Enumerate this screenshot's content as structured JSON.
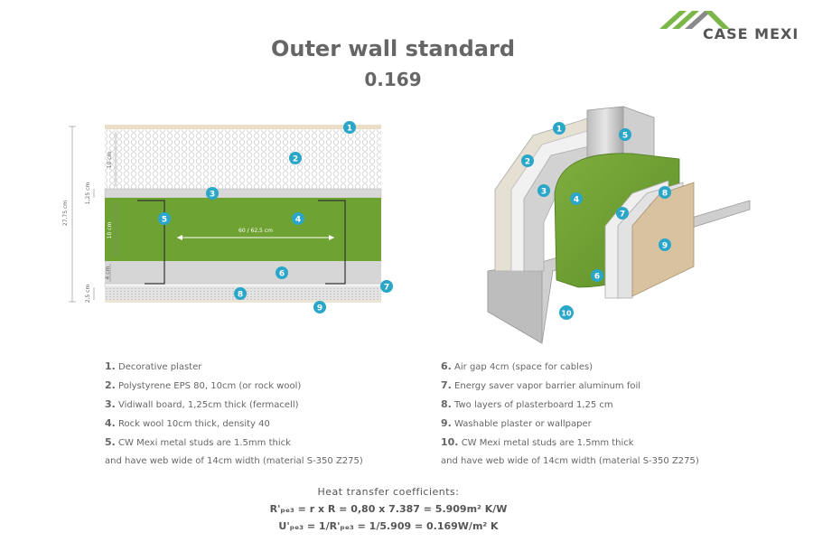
{
  "brand": {
    "name": "CASE MEXI",
    "green": "#7ab648",
    "gray": "#666666"
  },
  "title": "Outer wall standard",
  "value": "0.169",
  "section_dims": {
    "total": "27,75 cm",
    "eps": "10 cm",
    "vidiwall": "1,25 cm",
    "wool": "10 cm",
    "air": "4 cm",
    "board": "2,5 cm",
    "span": "60 / 62,5 cm"
  },
  "badges": [
    "1",
    "2",
    "3",
    "4",
    "5",
    "6",
    "7",
    "8",
    "9",
    "10"
  ],
  "legend_left": [
    {
      "num": "1.",
      "text": "Decorative plaster"
    },
    {
      "num": "2.",
      "text": "Polystyrene EPS 80, 10cm (or rock wool)"
    },
    {
      "num": "3.",
      "text": "Vidiwall board, 1,25cm thick (fermacell)"
    },
    {
      "num": "4.",
      "text": "Rock wool 10cm thick, density 40"
    },
    {
      "num": "5.",
      "text": "CW Mexi metal studs are 1.5mm thick"
    }
  ],
  "legend_left_cont": "and have web wide of 14cm width (material S-350 Z275)",
  "legend_right": [
    {
      "num": "6.",
      "text": "Air gap 4cm (space for cables)"
    },
    {
      "num": "7.",
      "text": "Energy saver vapor barrier aluminum foil"
    },
    {
      "num": "8.",
      "text": "Two layers of plasterboard 1,25 cm"
    },
    {
      "num": "9.",
      "text": "Washable plaster or wallpaper"
    },
    {
      "num": "10.",
      "text": "CW Mexi metal studs are 1.5mm thick"
    }
  ],
  "legend_right_cont": "and have web wide of 14cm width (material S-350 Z275)",
  "heat": {
    "label": "Heat transfer coefficients:",
    "line1": "R'ₚₑ₃ = r x R = 0,80 x 7.387 = 5.909m² K/W",
    "line2": "U'ₚₑ₃ = 1/R'ₚₑ₃ = 1/5.909 = 0.169W/m² K"
  }
}
